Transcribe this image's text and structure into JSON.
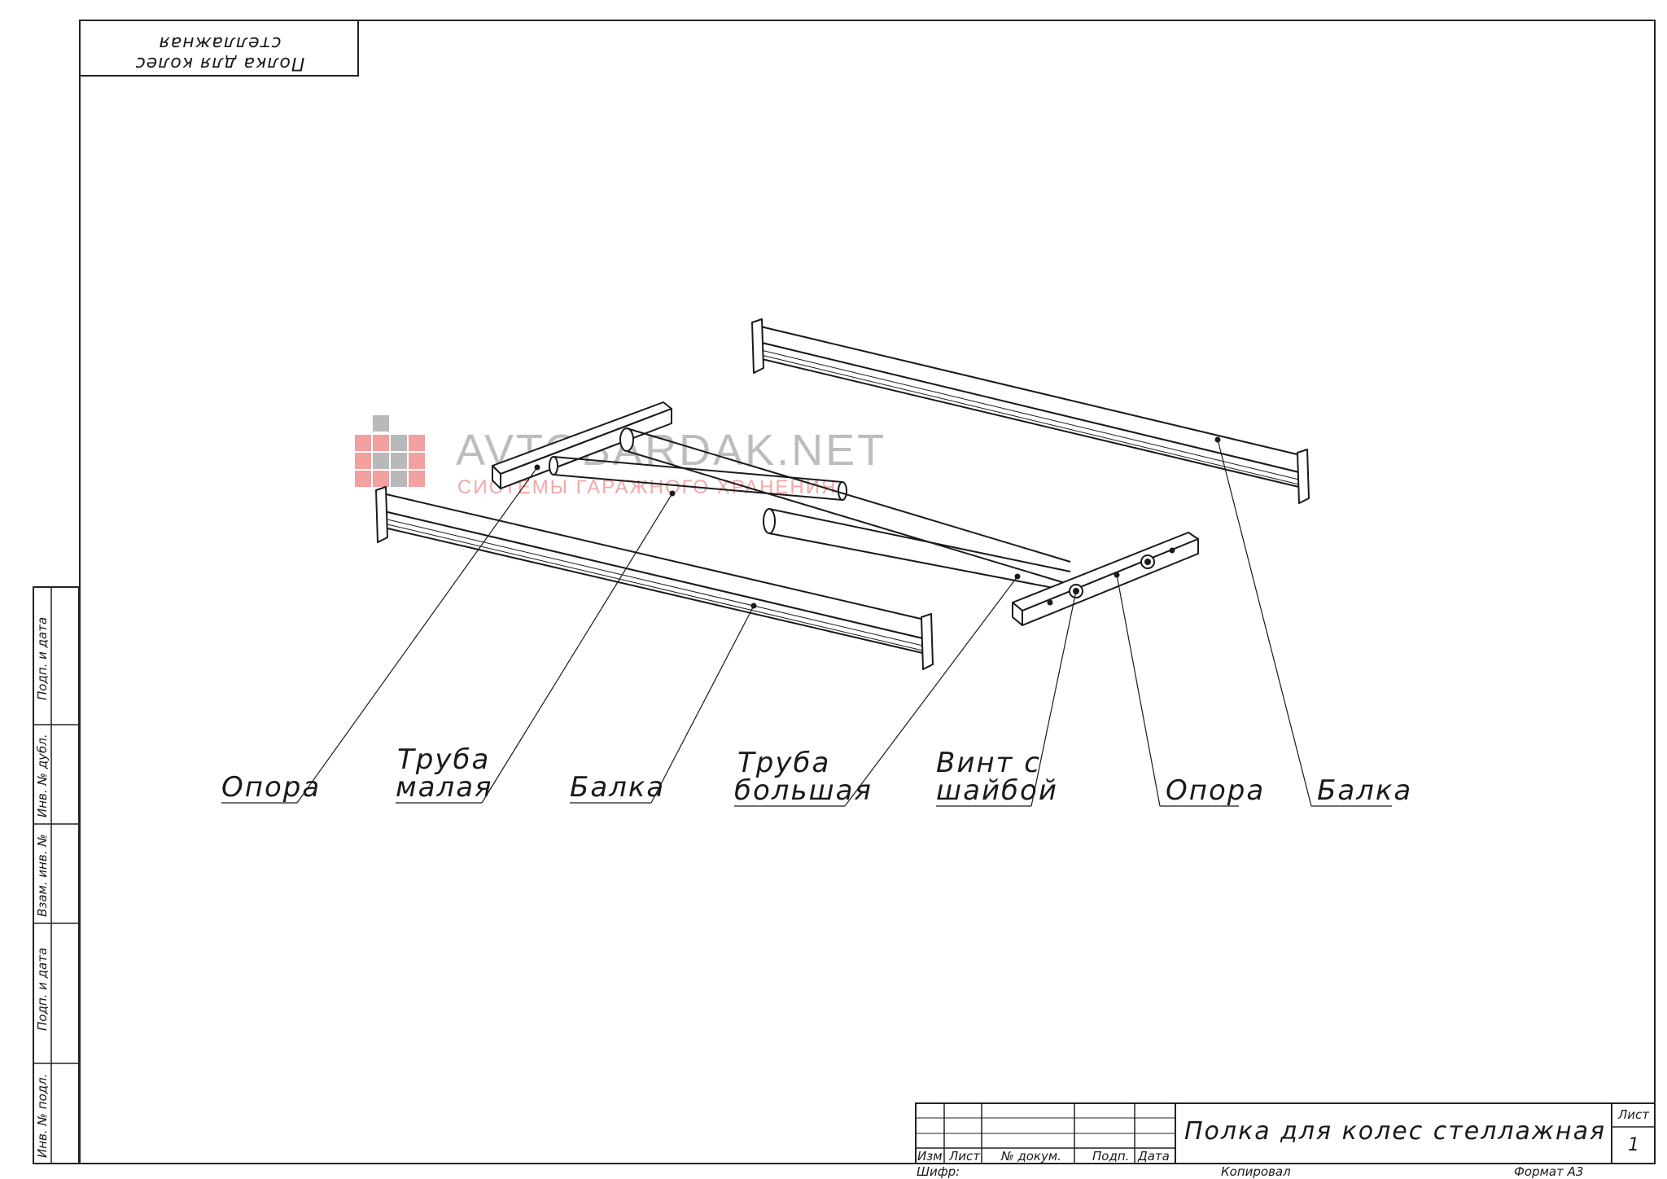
{
  "stamp_text": "Полка для колес стеллажная",
  "watermark": {
    "title": "AVTOBARDAK.NET",
    "subtitle": "СИСТЕМЫ ГАРАЖНОГО ХРАНЕНИЯ",
    "colors": {
      "gray": "#b9b9b9",
      "red": "#f2a0a0"
    }
  },
  "callouts": {
    "opora_left": "Опора",
    "truba_malaya_1": "Труба",
    "truba_malaya_2": "малая",
    "balka_left": "Балка",
    "truba_bolshaya_1": "Труба",
    "truba_bolshaya_2": "большая",
    "vint_1": "Винт с",
    "vint_2": "шайбой",
    "opora_right": "Опора",
    "balka_right": "Балка"
  },
  "side_stamp": [
    "Подп. и дата",
    "Инв. № дубл.",
    "Взам. инв. №",
    "Подп. и дата",
    "Инв. № подл."
  ],
  "title_block": {
    "title": "Полка для колес стеллажная",
    "headers": [
      "Изм",
      "Лист",
      "№ докум.",
      "Подп.",
      "Дата"
    ],
    "sheet_label": "Лист",
    "sheet_number": "1",
    "shifr": "Шифр:",
    "kopiroval": "Копировал",
    "format": "Формат А3"
  }
}
